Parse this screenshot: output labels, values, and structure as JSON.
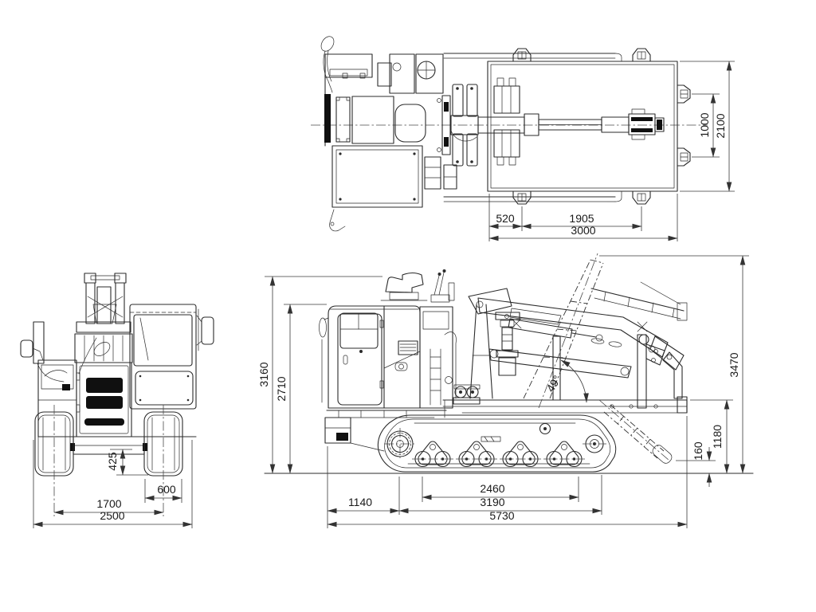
{
  "drawing": {
    "background": "#ffffff",
    "line_color": "#2b2b2b",
    "dimension_color": "#3a3a3a",
    "dimensions": {
      "plan": {
        "cleat_inner_spacing": "1000",
        "bed_width": "2100",
        "rear_cleat_offset": "520",
        "cleat_pitch": "1905",
        "bed_length": "3000"
      },
      "front": {
        "ground_clearance": "425",
        "shoe_width": "600",
        "track_gauge": "1700",
        "overall_width": "2500"
      },
      "side": {
        "overall_height": "3160",
        "cab_height": "2710",
        "front_overhang": "1140",
        "ground_contact_length": "2460",
        "crawler_length": "3190",
        "overall_length": "5730",
        "bed_height": "1180",
        "tip_ground_clearance": "160",
        "stowed_boom_height": "3470",
        "boom_angle": "49°"
      }
    }
  }
}
